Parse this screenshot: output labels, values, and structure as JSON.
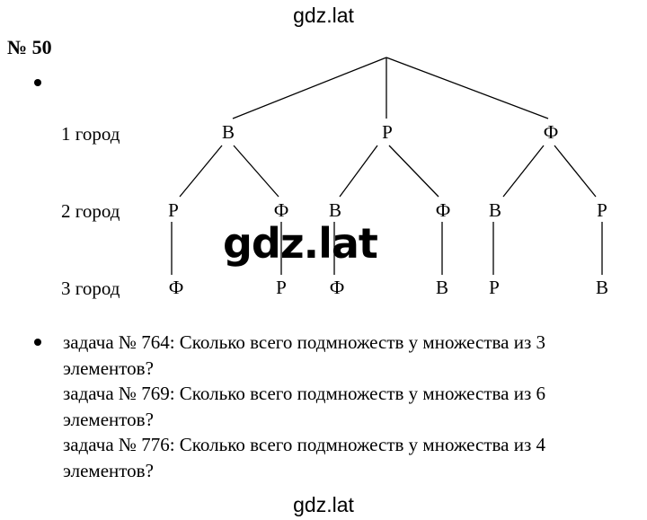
{
  "watermark": "gdz.lat",
  "task_number": "№ 50",
  "tree": {
    "level_labels": [
      "1 город",
      "2 город",
      "3 город"
    ],
    "level1": [
      "В",
      "Р",
      "Ф"
    ],
    "level2": [
      "Р",
      "Ф",
      "В",
      "Ф",
      "В",
      "Р"
    ],
    "level3": [
      "Ф",
      "Р",
      "Ф",
      "В",
      "Р",
      "В"
    ]
  },
  "tasks": {
    "line1": "задача № 764: Сколько всего подмножеств у множества из 3",
    "line2": "элементов?",
    "line3": "задача № 769: Сколько всего подмножеств у множества из 6",
    "line4": "элементов?",
    "line5": "задача № 776: Сколько всего подмножеств у множества из 4",
    "line6": "элементов?"
  }
}
